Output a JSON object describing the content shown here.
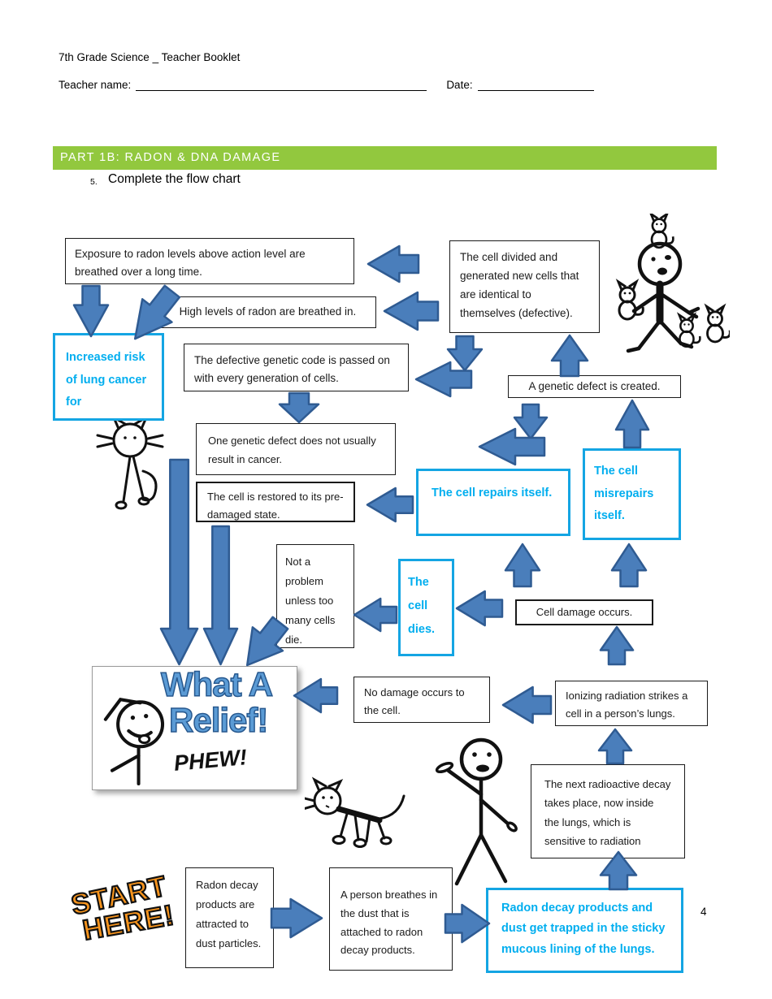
{
  "header": {
    "booklet_title": "7th Grade Science _ Teacher Booklet",
    "teacher_name_label": "Teacher name:",
    "date_label": "Date:"
  },
  "section": {
    "banner": "PART 1B: RADON & DNA DAMAGE",
    "question_number": "5.",
    "question_text": "Complete the flow chart"
  },
  "flowchart": {
    "boxes": {
      "exposure": "Exposure to radon levels above action level are breathed over a long time.",
      "high_levels": "High levels of radon are breathed in.",
      "cell_divided": "The cell divided and generated new cells that are identical to themselves (defective).",
      "increased_risk": "Increased risk of lung cancer for",
      "defective_code": "The defective genetic code is passed on with every generation of cells.",
      "genetic_defect": "A genetic defect is created.",
      "one_defect": "One genetic defect does not usually result in cancer.",
      "restored": "The cell is restored to its pre-damaged state.",
      "repairs": "The cell repairs itself.",
      "misrepairs": "The cell misrepairs itself.",
      "not_a_problem": "Not a problem unless too many cells die.",
      "cell_dies": "The cell dies.",
      "cell_damage": "Cell damage occurs.",
      "no_damage": "No damage occurs to the cell.",
      "ionizing": "Ionizing radiation strikes a cell in a person’s lungs.",
      "next_decay": "The next radioactive decay takes place, now inside the lungs, which is sensitive to radiation",
      "radon_dust": "Radon decay products are attracted to dust particles.",
      "person_breathes": "A person breathes in the dust that is attached to radon decay products.",
      "trapped": "Radon decay products and dust get trapped in the sticky mucous lining of the lungs."
    },
    "stickers": {
      "relief_line1": "What A",
      "relief_line2": "Relief!",
      "relief_phew": "PHEW!",
      "start_line1": "START",
      "start_line2": "HERE!"
    }
  },
  "page_number": "4",
  "colors": {
    "banner_green": "#92c83e",
    "arrow_blue": "#4a7ebb",
    "arrow_border": "#2f5b92",
    "highlight_cyan": "#00aeef",
    "cyan_border": "#14a5e3",
    "relief_blue": "#5b9bd5",
    "start_orange": "#f7941d"
  }
}
